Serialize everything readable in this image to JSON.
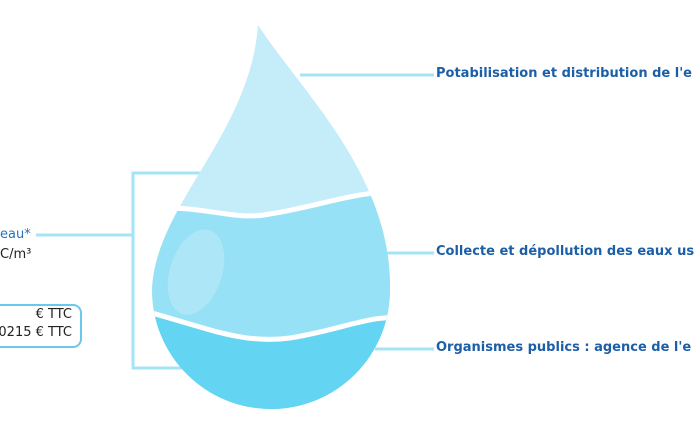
{
  "left": {
    "title_fragment": "eau*",
    "unit_fragment": "C/m³",
    "box_line1": "€ TTC",
    "box_line2": "0215 € TTC"
  },
  "labels": [
    {
      "text": "Potabilisation et distribution de l'e"
    },
    {
      "text": "Collecte et dépollution des eaux us"
    },
    {
      "text": "Organismes publics : agence de l'e"
    }
  ],
  "colors": {
    "top": "#c5ecf9",
    "middle": "#97e1f6",
    "bottom": "#63d4f1",
    "lines": "#9be0f6",
    "label": "#1c5fa8"
  }
}
